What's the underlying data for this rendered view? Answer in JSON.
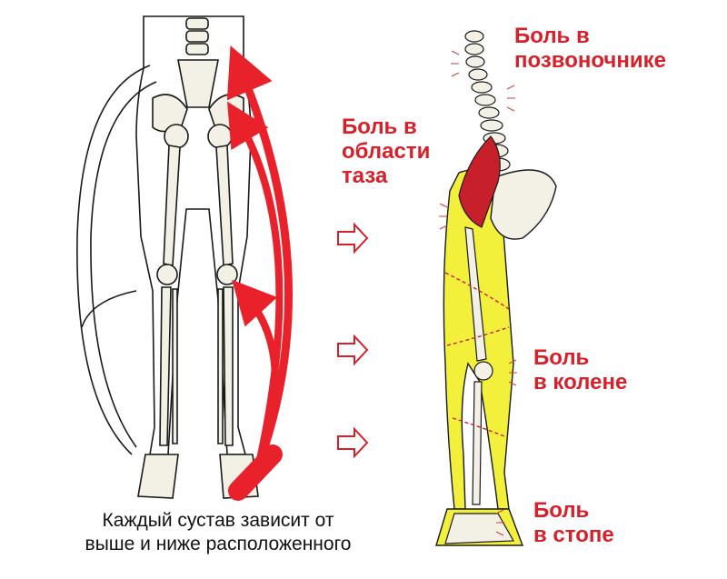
{
  "labels": {
    "spine": [
      "Боль в",
      "позвоночнике"
    ],
    "pelvis": [
      "Боль в",
      "области",
      "таза"
    ],
    "knee": [
      "Боль",
      "в колене"
    ],
    "foot": [
      "Боль",
      "в стопе"
    ]
  },
  "caption": [
    "Каждый сустав зависит от",
    "выше и ниже расположенного"
  ],
  "colors": {
    "label": "#d6202a",
    "arrow": "#e8212b",
    "highlight": "#f2f03a",
    "muscle": "#c8202a",
    "bone": "#f3f1e6",
    "outline": "#1a1a1a"
  },
  "icons": [
    "outline-arrow-right-icon"
  ]
}
